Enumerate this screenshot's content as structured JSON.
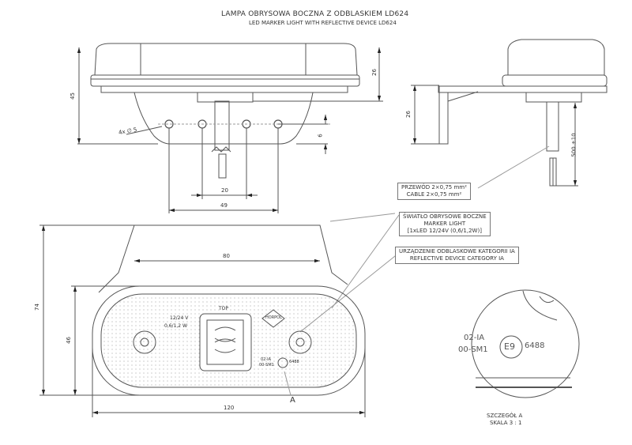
{
  "title": {
    "pl": "LAMPA OBRYSOWA BOCZNA Z ODBLASKIEM LD624",
    "en": "LED MARKER LIGHT WITH REFLECTIVE DEVICE LD624"
  },
  "dimensions": {
    "height_45": "45",
    "height_26": "26",
    "holes": "4x ∅ 5",
    "offset_6": "6",
    "spacing_20": "20",
    "spacing_49": "49",
    "side_26": "26",
    "cable_len": "500 ±10",
    "width_80": "80",
    "height_74": "74",
    "height_46": "46",
    "width_120": "120"
  },
  "callouts": {
    "cable": [
      "PRZEWÓD 2×0,75 mm²",
      "CABLE 2×0,75 mm²"
    ],
    "marker": [
      "ŚWIATŁO OBRYSOWE BOCZNE",
      "MARKER LIGHT",
      "[1xLED 12/24V (0,6/1,2W)]"
    ],
    "reflector": [
      "URZĄDZENIE ODBLASKOWE KATEGORII IA",
      "REFLECTIVE DEVICE CATEGORY IA"
    ]
  },
  "lamp_face": {
    "top": "TOP",
    "voltage": "12/24 V",
    "power": "0,6/1,2 W",
    "brand": "HORPOL",
    "mark_small": [
      "02-IA",
      "00-SM1"
    ],
    "approval_small": "6488"
  },
  "detail": {
    "label": "A",
    "line1": "02-IA",
    "line2": "00-SM1",
    "emark": "E9",
    "approval": "6488",
    "caption": [
      "SZCZEGÓŁ A",
      "SKALA 3 : 1"
    ]
  }
}
